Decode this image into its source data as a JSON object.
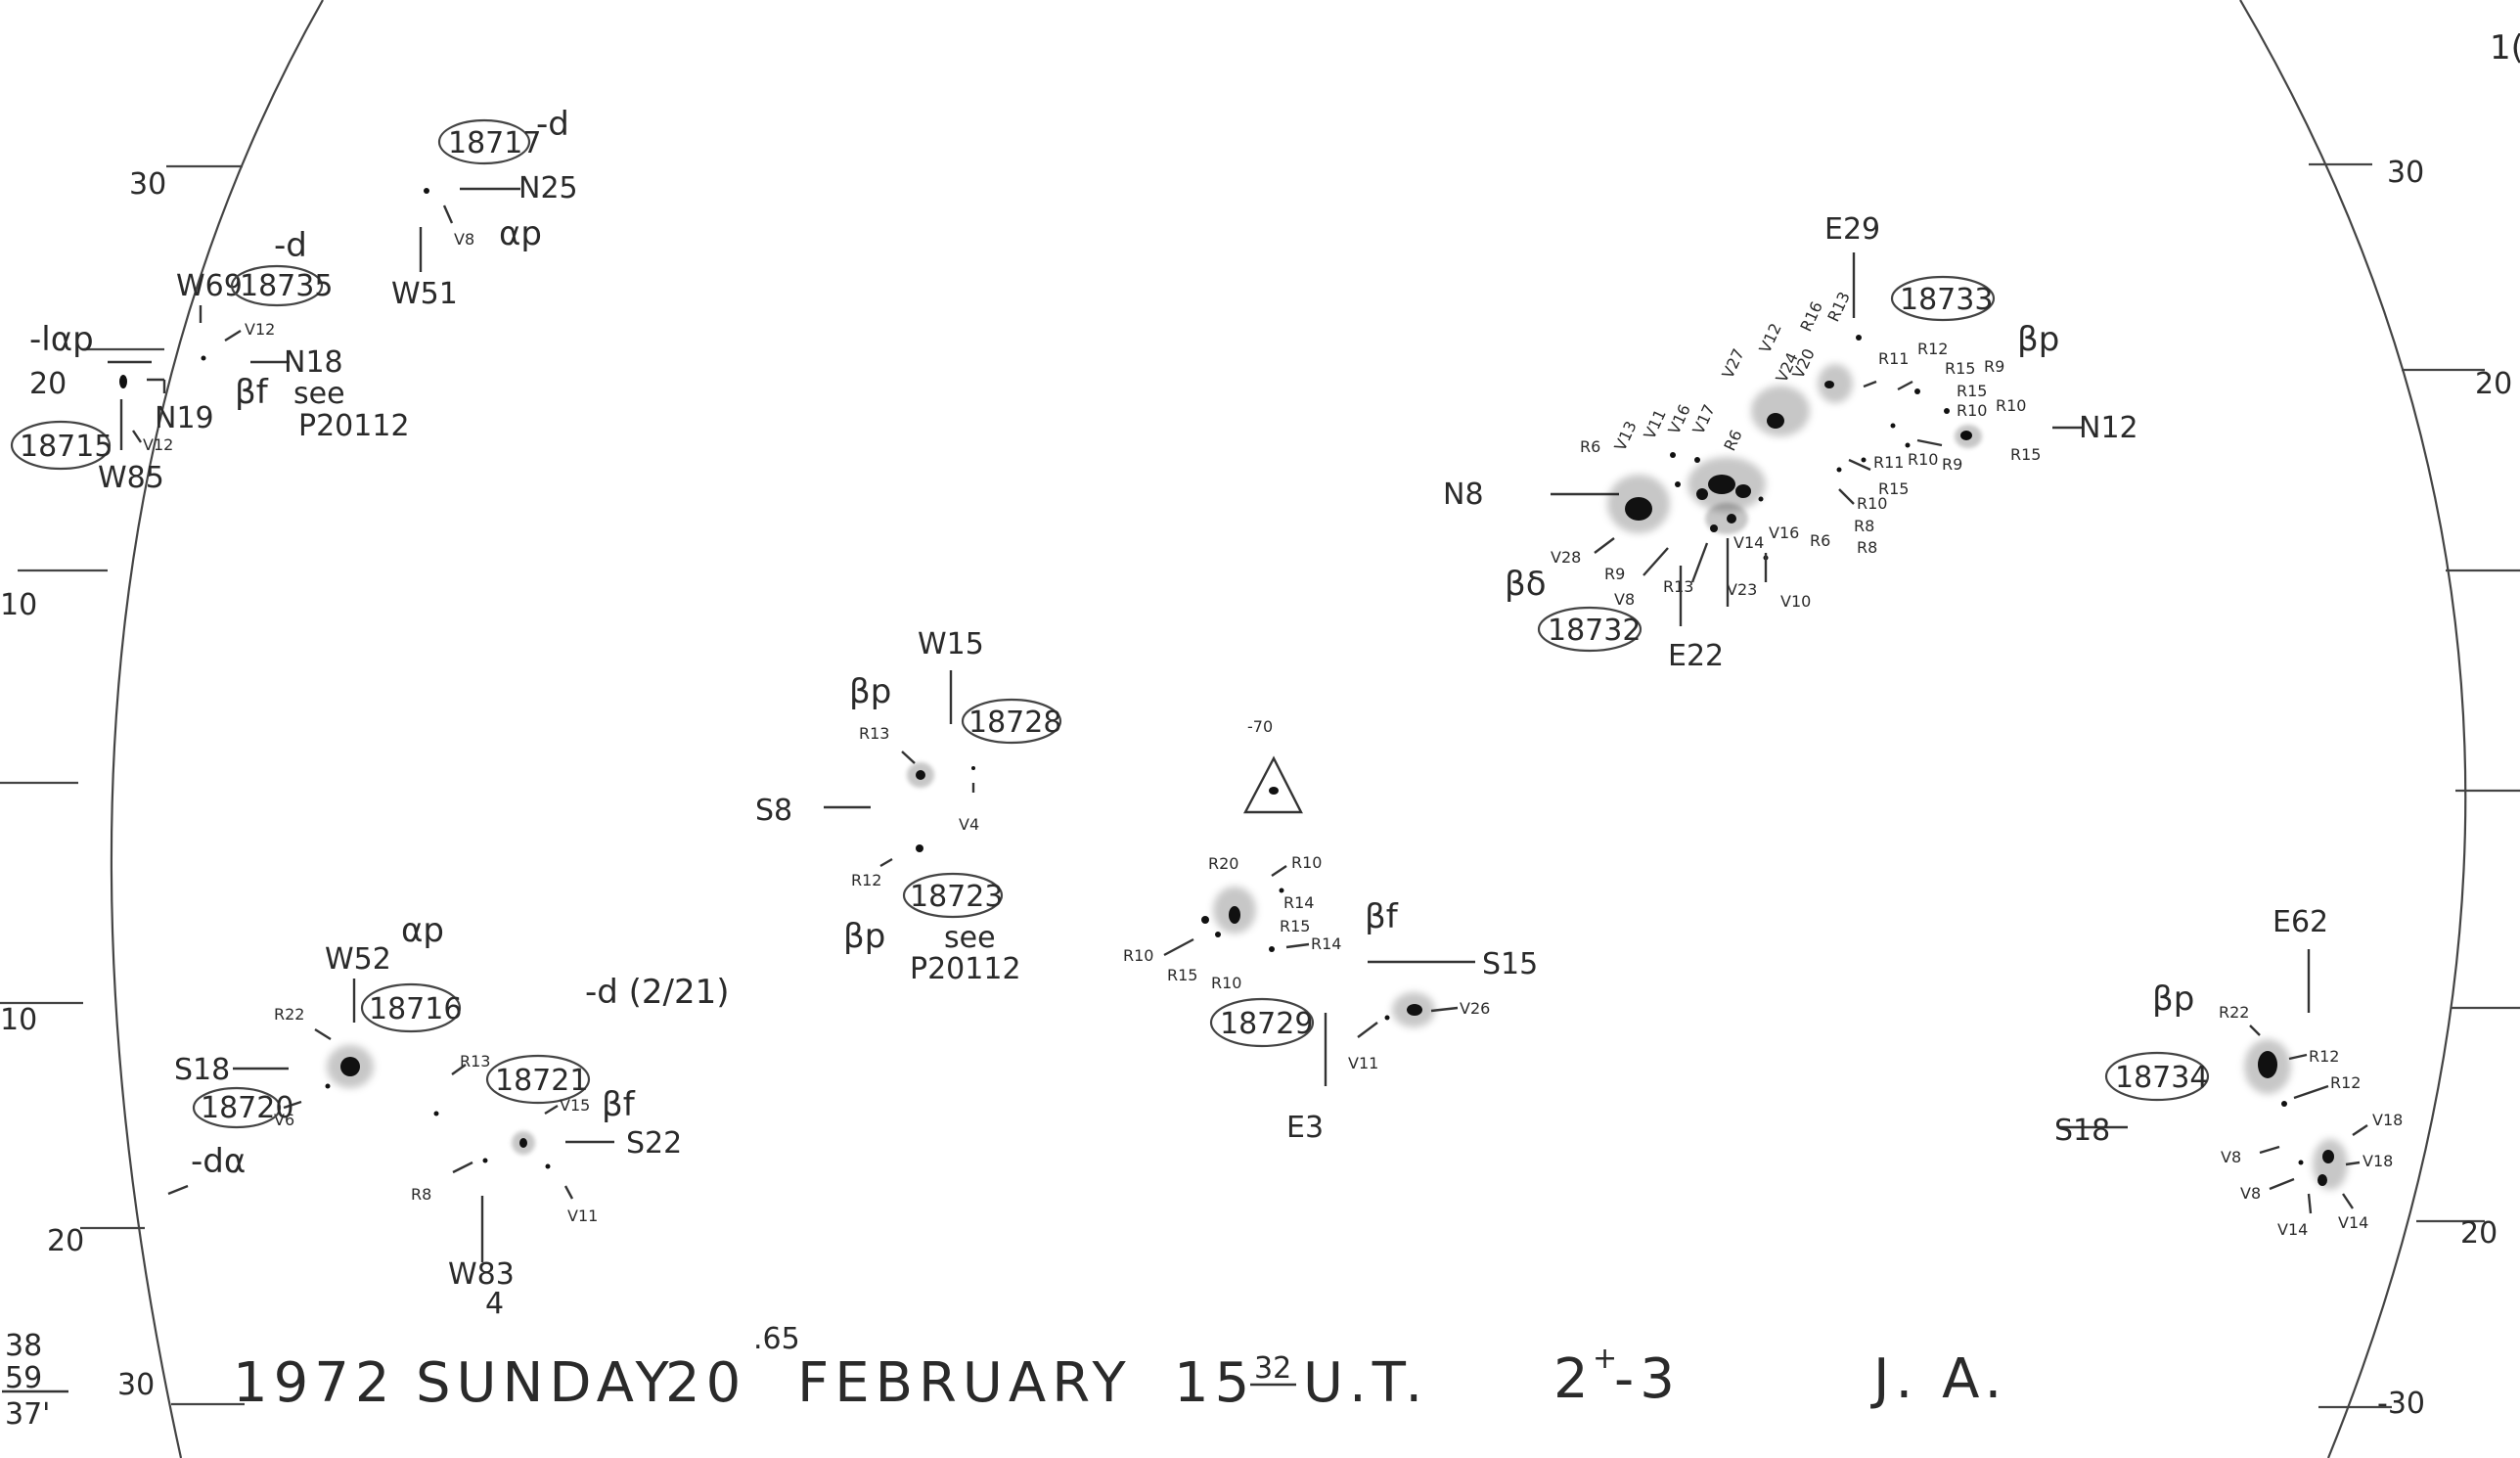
{
  "scale": {
    "left": [
      "30",
      "20",
      "10",
      "10",
      "20",
      "30"
    ],
    "right": [
      "30",
      "20",
      "20",
      "-30"
    ],
    "corner": "1("
  },
  "groups": {
    "18717": {
      "number": "18717",
      "class": "-d",
      "loc": "N25",
      "spots": [
        "V8"
      ],
      "type": "αp",
      "lon": "W51"
    },
    "18735": {
      "number": "18735",
      "loc": "W69",
      "class": "-d",
      "spots": [
        "V12"
      ],
      "loc2": "N18",
      "type": "βf",
      "note1": "see",
      "note2": "P20112"
    },
    "18715": {
      "number": "18715",
      "class": "-lαp",
      "loc": "N19",
      "spots": [
        "V12"
      ],
      "lon": "W85"
    },
    "18733": {
      "number": "18733",
      "lon": "E29",
      "type": "βp",
      "loc": "N12",
      "spots": [
        "V27",
        "V12",
        "R16",
        "R13",
        "V24",
        "V20",
        "R11",
        "R12",
        "R15",
        "R9",
        "R10",
        "R15",
        "R10",
        "R11",
        "R10",
        "R9",
        "R15",
        "R10",
        "R8",
        "R8",
        "R15"
      ]
    },
    "18732": {
      "number": "18732",
      "lat": "N8",
      "type": "βδ",
      "lon": "E22",
      "spots": [
        "R6",
        "V13",
        "V11",
        "V16",
        "V17",
        "R6",
        "V28",
        "R9",
        "V8",
        "R13",
        "V14",
        "V23",
        "V16",
        "R6",
        "V10"
      ]
    },
    "18728": {
      "number": "18728",
      "lon": "W15",
      "type": "βp",
      "spots": [
        "R13",
        "V4"
      ],
      "lat": "S8"
    },
    "18723": {
      "number": "18723",
      "type": "βp",
      "spots": [
        "R12"
      ],
      "note1": "see",
      "note2": "P20112"
    },
    "triangle": {
      "label": "-70"
    },
    "18729": {
      "number": "18729",
      "type": "βf",
      "lat": "S15",
      "lon": "E3",
      "spots": [
        "R20",
        "R10",
        "R14",
        "R15",
        "R14",
        "R10",
        "R15",
        "R10",
        "V26",
        "V11"
      ]
    },
    "18716": {
      "number": "18716",
      "lon": "W52",
      "type": "αp",
      "spots": [
        "R22",
        "V6"
      ],
      "lat": "S18"
    },
    "18720": {
      "number": "18720",
      "class": "-dα"
    },
    "18721": {
      "number": "18721",
      "class": "-d (2/21)",
      "type": "βf",
      "spots": [
        "R13",
        "V15",
        "R8",
        "V11"
      ],
      "lat": "S22",
      "lon": "W83",
      "lon_fix": "4"
    },
    "18734": {
      "number": "18734",
      "lon": "E62",
      "type": "βp",
      "lat": "S18",
      "spots": [
        "R22",
        "R12",
        "R12",
        "V8",
        "V18",
        "V8",
        "V18",
        "V14",
        "V14"
      ]
    }
  },
  "margin_note": {
    "a": "38",
    "b": "59",
    "c": "37'"
  },
  "footer": {
    "year": "1972",
    "day": "SUNDAY",
    "date": "20",
    "date_frac": ".65",
    "month": "FEBRUARY",
    "hour": "15",
    "minute": "32",
    "ut": "U.T.",
    "seeing": "2",
    "seeing_sup": "+",
    "seeing_end": "-3",
    "observer": "J. A."
  }
}
